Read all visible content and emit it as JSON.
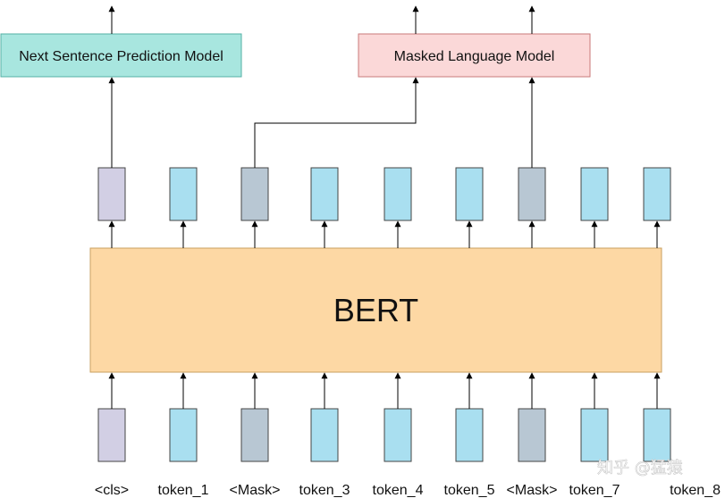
{
  "diagram": {
    "nsp_model_label": "Next Sentence Prediction Model",
    "mlm_model_label": "Masked Language Model",
    "encoder_label": "BERT",
    "tokens": [
      "<cls>",
      "token_1",
      "<Mask>",
      "token_3",
      "token_4",
      "token_5",
      "<Mask>",
      "token_7",
      "token_8"
    ],
    "token_kinds": [
      "cls",
      "token",
      "mask",
      "token",
      "token",
      "token",
      "mask",
      "token",
      "token"
    ],
    "watermark": "知乎 @猛猿"
  },
  "colors": {
    "nsp_fill": "#a8e6df",
    "nsp_stroke": "#54b0a6",
    "mlm_fill": "#fbd8d8",
    "mlm_stroke": "#c87a7a",
    "bert_fill": "#fdd8a4",
    "bert_stroke": "#c9a060",
    "cls_fill": "#d2cfe4",
    "token_fill": "#a9dff0",
    "mask_fill": "#b8c7d3",
    "cell_stroke": "#444444",
    "arrow": "#000000"
  }
}
